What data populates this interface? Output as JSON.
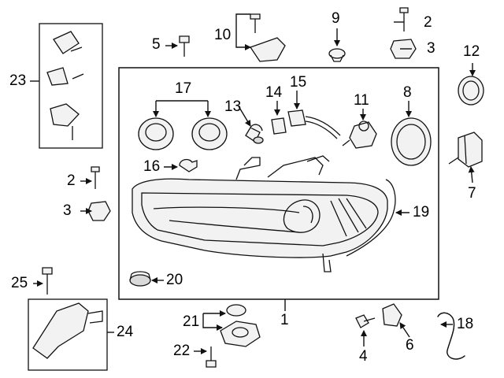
{
  "diagram": {
    "callouts": [
      {
        "id": "1",
        "text": "1"
      },
      {
        "id": "2a",
        "text": "2"
      },
      {
        "id": "2b",
        "text": "2"
      },
      {
        "id": "3a",
        "text": "3"
      },
      {
        "id": "3b",
        "text": "3"
      },
      {
        "id": "4",
        "text": "4"
      },
      {
        "id": "5",
        "text": "5"
      },
      {
        "id": "6",
        "text": "6"
      },
      {
        "id": "7",
        "text": "7"
      },
      {
        "id": "8",
        "text": "8"
      },
      {
        "id": "9",
        "text": "9"
      },
      {
        "id": "10",
        "text": "10"
      },
      {
        "id": "11",
        "text": "11"
      },
      {
        "id": "12",
        "text": "12"
      },
      {
        "id": "13",
        "text": "13"
      },
      {
        "id": "14",
        "text": "14"
      },
      {
        "id": "15",
        "text": "15"
      },
      {
        "id": "16",
        "text": "16"
      },
      {
        "id": "17",
        "text": "17"
      },
      {
        "id": "18",
        "text": "18"
      },
      {
        "id": "19",
        "text": "19"
      },
      {
        "id": "20",
        "text": "20"
      },
      {
        "id": "21",
        "text": "21"
      },
      {
        "id": "22",
        "text": "22"
      },
      {
        "id": "23",
        "text": "23"
      },
      {
        "id": "24",
        "text": "24"
      },
      {
        "id": "25",
        "text": "25"
      }
    ]
  }
}
